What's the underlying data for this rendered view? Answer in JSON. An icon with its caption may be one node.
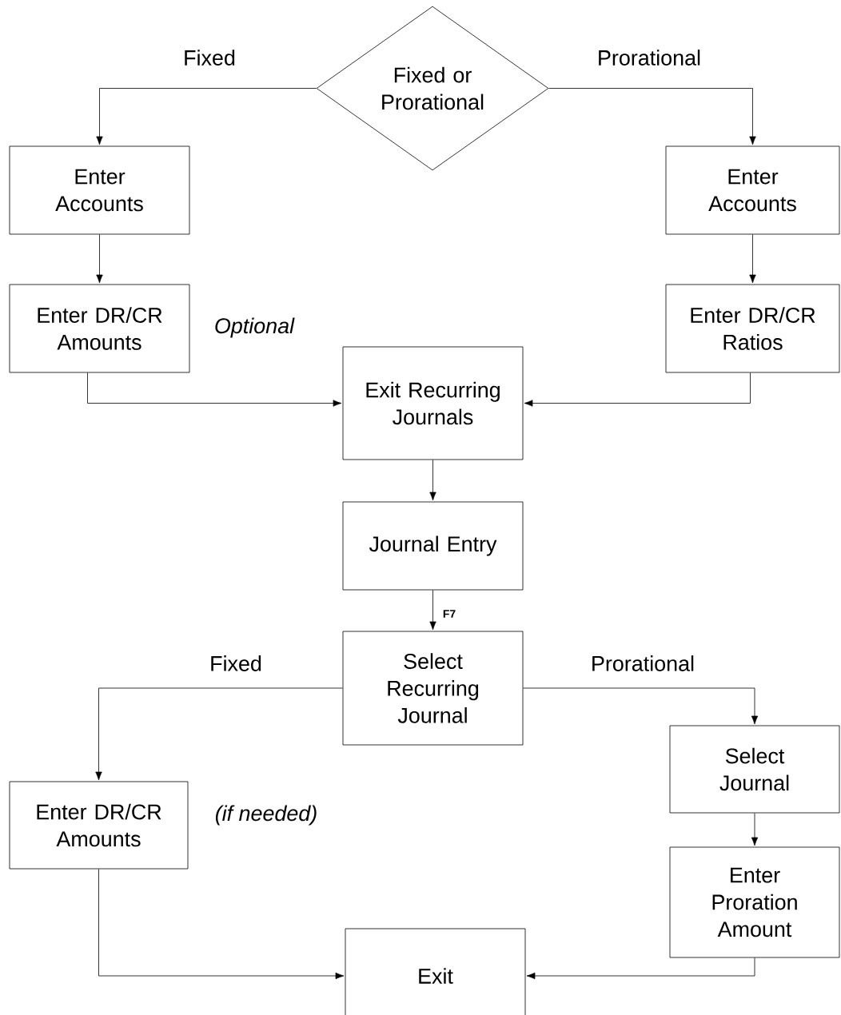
{
  "diagram": {
    "nodes": [
      {
        "text": [
          "Fixed or Prorational"
        ]
      },
      {
        "text": [
          "Enter Accounts"
        ]
      },
      {
        "text": [
          "Enter Accounts"
        ]
      },
      {
        "text": [
          "Enter DR/CR Amounts"
        ]
      },
      {
        "text": [
          "Enter DR/CR Ratios"
        ]
      },
      {
        "text": [
          "Exit Recurring Journals"
        ]
      },
      {
        "text": [
          "Journal Entry"
        ]
      },
      {
        "text": [
          "Select Recurring Journal"
        ]
      },
      {
        "text": [
          "Enter DR/CR Amounts"
        ]
      },
      {
        "text": [
          "Select Journal"
        ]
      },
      {
        "text": [
          "Enter Proration Amount"
        ]
      },
      {
        "text": [
          "Exit"
        ]
      }
    ],
    "edges": [
      {
        "from": 0,
        "to": 1,
        "arrow": "to",
        "label": "Fixed"
      },
      {
        "from": 0,
        "to": 2,
        "arrow": "to",
        "label": "Prorational"
      },
      {
        "from": 1,
        "to": 3,
        "arrow": "to"
      },
      {
        "from": 2,
        "to": 4,
        "arrow": "to"
      },
      {
        "from": 3,
        "to": 5,
        "arrow": "to"
      },
      {
        "from": 4,
        "to": 5,
        "arrow": "to"
      },
      {
        "from": 5,
        "to": 6,
        "arrow": "to"
      },
      {
        "from": 6,
        "to": 7,
        "arrow": "to",
        "label": "F7"
      },
      {
        "from": 7,
        "to": 8,
        "arrow": "to",
        "label": "Fixed"
      },
      {
        "from": 7,
        "to": 9,
        "arrow": "to",
        "label": "Prorational"
      },
      {
        "from": 8,
        "to": 11,
        "arrow": "to"
      },
      {
        "from": 9,
        "to": 10,
        "arrow": "to"
      },
      {
        "from": 10,
        "to": 11,
        "arrow": "to"
      }
    ],
    "labels": [
      "Optional",
      "(if needed)"
    ]
  }
}
